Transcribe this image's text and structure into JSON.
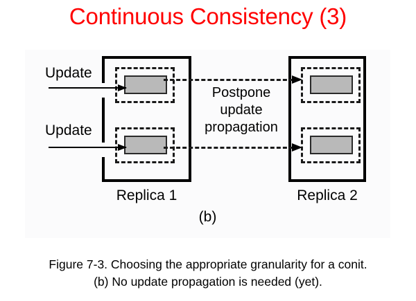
{
  "slide": {
    "title": "Continuous Consistency (3)",
    "title_color": "#ff0000"
  },
  "figure": {
    "panel_background": "#fbfbfc",
    "subfigure_label": "(b)",
    "left_replica": {
      "caption": "Replica 1",
      "incoming_updates": [
        {
          "label": "Update"
        },
        {
          "label": "Update"
        }
      ],
      "conits": [
        {
          "item_color": "#b9b9b9"
        },
        {
          "item_color": "#b9b9b9"
        }
      ]
    },
    "right_replica": {
      "caption": "Replica 2",
      "conits": [
        {
          "item_color": "#b9b9b9"
        },
        {
          "item_color": "#b9b9b9"
        }
      ]
    },
    "propagation_note": {
      "line1": "Postpone",
      "line2": "update",
      "line3": "propagation"
    }
  },
  "caption": {
    "line1": "Figure 7-3. Choosing the appropriate granularity for a conit.",
    "line2": "(b) No update propagation is needed (yet)."
  }
}
